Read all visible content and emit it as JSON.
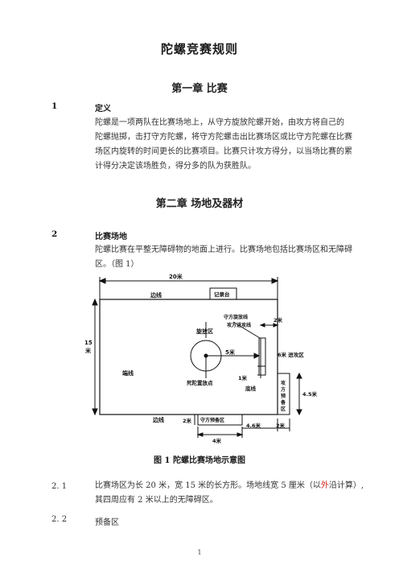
{
  "doc_title": "陀螺竞赛规则",
  "chapter1": {
    "title": "第一章  比赛",
    "section1": {
      "num": "1",
      "heading": "定义",
      "lines": [
        "陀螺是一项两队在比赛场地上，从守方旋放陀螺开始，由攻方将自己的",
        "陀螺抛掷，击打守方陀螺，将守方陀螺击出比赛场区或比守方陀螺在比赛",
        "场区内旋转的时间更长的比赛项目。比赛只计攻方得分，以当场比赛的累",
        "计得分决定该场胜负，得分多的队为获胜队。"
      ]
    }
  },
  "chapter2": {
    "title": "第二章    场地及器材",
    "section2": {
      "num": "2",
      "heading": "比赛场地",
      "lines": [
        "陀螺比赛在平整无障碍物的地面上进行。比赛场地包括比赛场区和无障碍",
        "区。（图 1）"
      ]
    }
  },
  "diagram": {
    "labels": {
      "width_20": "20米",
      "sideline_top": "边线",
      "scorer_table": "记录台",
      "length_15a": "15",
      "length_15b": "米",
      "endline_left": "端线",
      "spin_zone": "旋放区",
      "defense_spin_line1": "守方旋放线",
      "defense_spin_line2": "攻方进攻线",
      "dist_2m_top": "2米",
      "dist_5m": "5米",
      "attack_zone_6m": "6米 进攻区",
      "dead_spin_point": "死陀置放点",
      "dist_1m": "1米",
      "endline_right": "底线",
      "def_prep_zone": [
        "攻",
        "方",
        "预",
        "备",
        "区"
      ],
      "dist_4_5m_right": "4.5米",
      "sideline_bottom": "边线",
      "dist_2m_left": "2米",
      "def_prep_bottom": "守方预备区",
      "dist_4_6m": "4.6米",
      "dist_2m_bottom": "2米",
      "dist_4m": "4米"
    }
  },
  "figure_caption": "图 1     陀螺比赛场地示意图",
  "section_2_1": {
    "num": "2. 1",
    "line1_a": "比赛场区为长 20 米，宽 15 米的长方形。场地线宽 5 厘米（以",
    "line1_red": "外",
    "line1_b": "沿计算）,",
    "line2": "其四周应有 2 米以上的无障碍区。"
  },
  "section_2_2": {
    "num": "2. 2",
    "text": "预备区"
  },
  "page_number": "1"
}
